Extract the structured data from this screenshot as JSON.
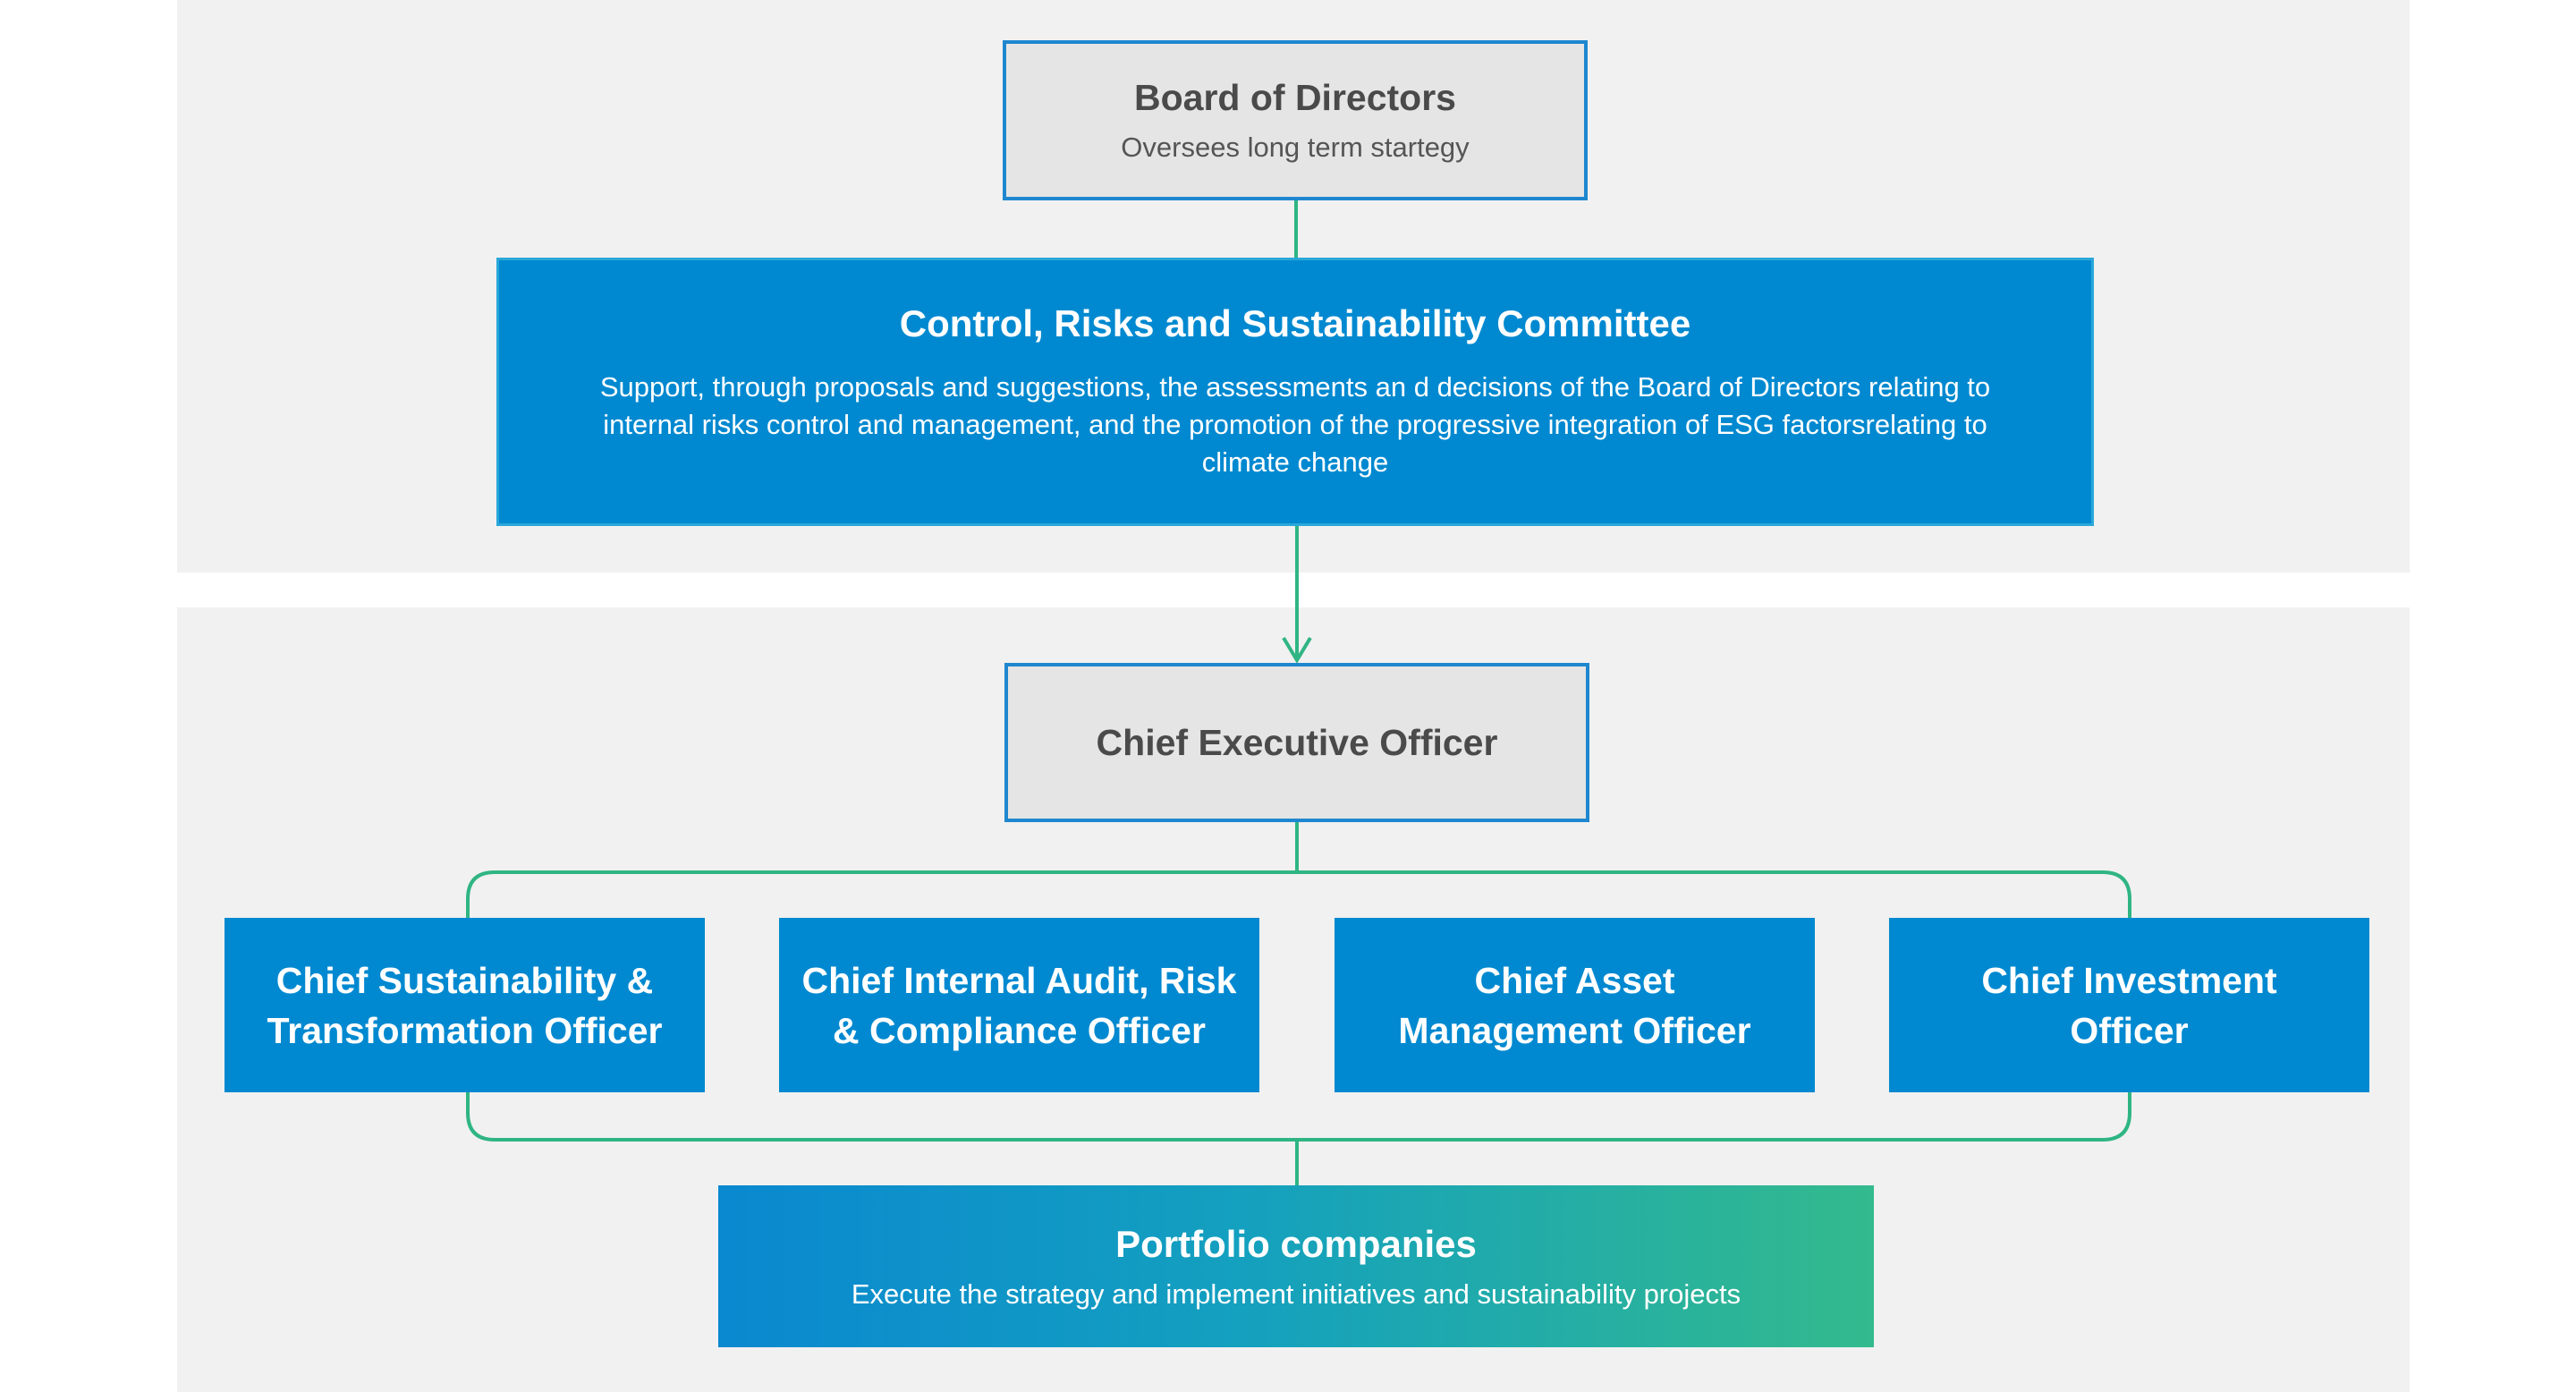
{
  "colors": {
    "panel_bg": "#f1f1f1",
    "grey_box": "#e5e5e5",
    "blue_box": "#0089d0",
    "box_border": "#1f87cf",
    "connector": "#2fb583",
    "gradient_start": "#0a88d0",
    "gradient_end": "#33ba8d"
  },
  "board": {
    "title": "Board of Directors",
    "subtitle": "Oversees long term startegy"
  },
  "committee": {
    "title": "Control, Risks and Sustainability Committee",
    "description": "Support, through proposals and suggestions, the assessments an d decisions of the Board of Directors relating to internal risks control and management, and the promotion of the progressive integration of ESG factorsrelating to climate change"
  },
  "ceo": {
    "title": "Chief Executive Officer"
  },
  "officers": [
    {
      "line1": "Chief Sustainability &",
      "line2": "Transformation Officer"
    },
    {
      "line1": "Chief Internal Audit, Risk",
      "line2": "& Compliance Officer"
    },
    {
      "line1": "Chief Asset",
      "line2": "Management Officer"
    },
    {
      "line1": "Chief Investment",
      "line2": "Officer"
    }
  ],
  "portfolio": {
    "title": "Portfolio companies",
    "subtitle": "Execute the strategy and implement initiatives and sustainability projects"
  }
}
